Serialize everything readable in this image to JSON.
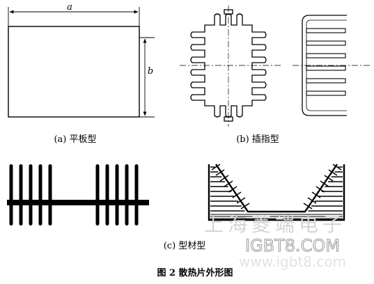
{
  "labels": {
    "dim_a": "a",
    "dim_b": "b",
    "fig_a": "(a) 平板型",
    "fig_b": "(b) 插指型",
    "fig_c": "(c) 型材型",
    "caption": "图 2   散热片外形图"
  },
  "watermark": {
    "company": "上海菱端电子",
    "site": "IGBT8.COM",
    "site2": "www.igbt8.com"
  }
}
